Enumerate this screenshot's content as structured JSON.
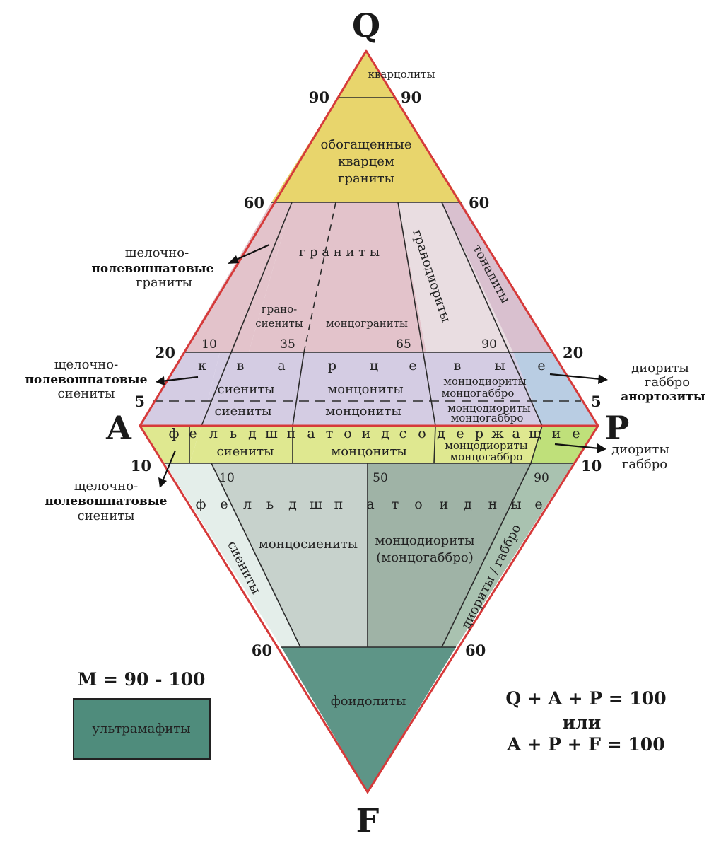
{
  "vertices": {
    "q": "Q",
    "a": "A",
    "p": "P",
    "f": "F"
  },
  "ticks": {
    "q90_left": "90",
    "q90_right": "90",
    "q60_left": "60",
    "q60_right": "60",
    "q20_left": "20",
    "q20_right": "20",
    "q5_left": "5",
    "q5_right": "5",
    "f10_left": "10",
    "f10_right": "10",
    "f60_left": "60",
    "f60_right": "60",
    "upper_ratio": [
      "10",
      "35",
      "65",
      "90"
    ],
    "lower_ratio": [
      "10",
      "50",
      "90"
    ]
  },
  "fields": {
    "quartzolite": "кварцолиты",
    "quartz_rich_1": "обогащенные",
    "quartz_rich_2": "кварцем",
    "quartz_rich_3": "граниты",
    "granites": "г р а н и т ы",
    "granodiorites": "гранодиориты",
    "tonalites": "тоналиты",
    "syenogranite_1": "грано-",
    "syenogranite_2": "сиениты",
    "monzogranite": "монцограниты",
    "quartz_letters": [
      "к",
      "в",
      "а",
      "р",
      "ц",
      "е",
      "в",
      "ы",
      "е"
    ],
    "q_syenite": "сиениты",
    "q_monzonite": "монцониты",
    "q_monzodiorite_1": "монцодиориты",
    "q_monzodiorite_2": "монцогаббро",
    "syenite": "сиениты",
    "monzonite": "монцониты",
    "monzodiorite_1": "монцодиориты",
    "monzodiorite_2": "монцогаббро",
    "fbearing_letters": [
      "ф",
      "е",
      "л",
      "ь",
      "д",
      "ш",
      "п",
      "а",
      "т",
      "о",
      "и",
      "д",
      "с",
      "о",
      "д",
      "е",
      "р",
      "ж",
      "а",
      "щ",
      "и",
      "е"
    ],
    "f_syenite": "сиениты",
    "f_monzonite": "монцониты",
    "f_monzodiorite_1": "монцодиориты",
    "f_monzodiorite_2": "монцогаббро",
    "foid_letters": [
      "ф",
      "е",
      "л",
      "ь",
      "д",
      "ш",
      "п",
      "а",
      "т",
      "о",
      "и",
      "д",
      "н",
      "ы",
      "е"
    ],
    "foid_syenite": "сиениты",
    "foid_monzosyenite": "монцосиениты",
    "foid_monzodiorite_1": "монцодиориты",
    "foid_monzodiorite_2": "(монцогаббро)",
    "foid_diorite": "диориты / габбро",
    "foidolite": "фоидолиты"
  },
  "callouts": {
    "alk_granite": [
      "щелочно-",
      "полевошпатовые",
      "граниты"
    ],
    "alk_syenite_q": [
      "щелочно-",
      "полевошпатовые",
      "сиениты"
    ],
    "alk_syenite_f": [
      "щелочно-",
      "полевошпатовые",
      "сиениты"
    ],
    "diorite_anorth": [
      "диориты",
      "габбро",
      "анортозиты"
    ],
    "diorite_gabbro": [
      "диориты",
      "габбро"
    ]
  },
  "legend": {
    "m_label": "М = 90 - 100",
    "ultramafic": "ультрамафиты"
  },
  "equations": {
    "line1": "Q + A + P = 100",
    "or": "или",
    "line2": "A + P + F = 100"
  },
  "colors": {
    "outline": "#d63a3a",
    "quartz_rich": "#e8d56c",
    "granitoid": "#e3c3cb",
    "granodiorite": "#e9dde1",
    "tonalite": "#d9c0cf",
    "quartz_band": "#d4cce3",
    "quartz_band_right": "#b9cde3",
    "fbearing_band": "#dfe890",
    "fbearing_right": "#bfe07a",
    "foid_left": "#e4eeea",
    "foid_mid": "#c7d2cc",
    "foid_right": "#9fb3a6",
    "foid_diorite": "#a9c2b0",
    "foidolite": "#5e9587",
    "ultramafic": "#4f8c7c"
  }
}
